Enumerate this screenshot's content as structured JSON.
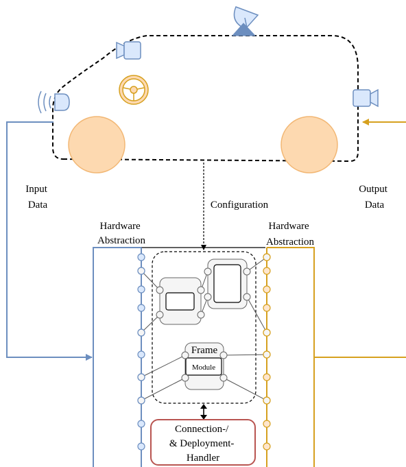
{
  "labels": {
    "input_line1": "Input",
    "input_line2": "Data",
    "output_line1": "Output",
    "output_line2": "Data",
    "configuration": "Configuration",
    "hw_left_line1": "Hardware",
    "hw_left_line2": "Abstraction",
    "hw_right_line1": "Hardware",
    "hw_right_line2": "Abstraction",
    "frame": "Frame",
    "module": "Module",
    "handler_line1": "Connection-/",
    "handler_line2": "& Deployment-",
    "handler_line3": "Handler"
  },
  "colors": {
    "input": "#6c8ebf",
    "output": "#d6a01e",
    "wheel_fill": "#fdd9b0",
    "wheel_stroke": "#f2b774",
    "sensor_fill": "#dae8fc",
    "module_fill": "#f5f5f5",
    "handler_stroke": "#b85450"
  },
  "icons": {
    "satellite": "satellite-dish-icon",
    "camera_front": "camera-icon",
    "camera_rear": "camera-icon",
    "steering": "steering-wheel-icon",
    "radar": "radar-sensor-icon"
  }
}
